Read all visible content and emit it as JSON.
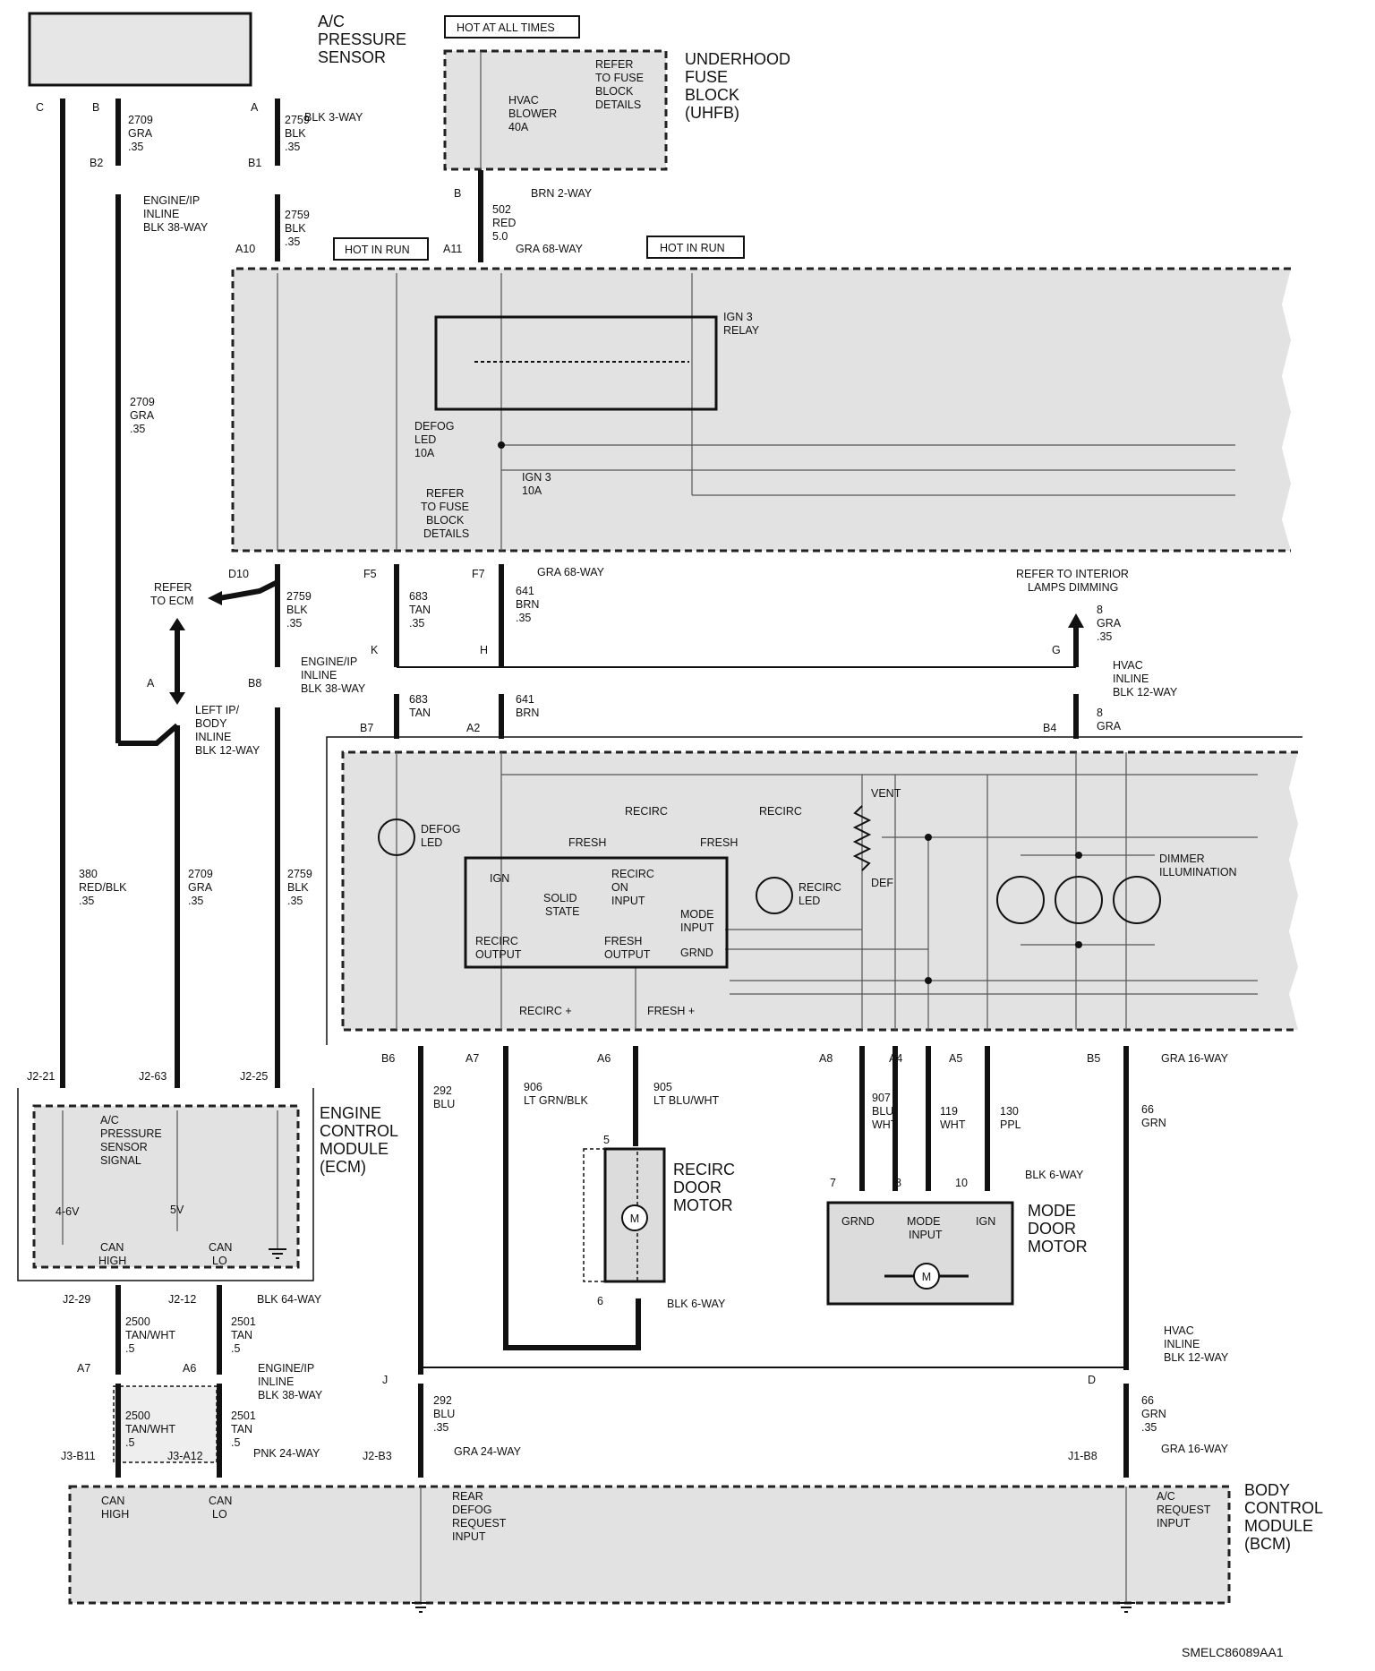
{
  "diagram_id": "SMELC86089AA1",
  "colors": {
    "ink": "#111111",
    "shade": "#e2e2e2",
    "paper": "#ffffff"
  },
  "components": {
    "ac_sensor": [
      "A/C",
      "PRESSURE",
      "SENSOR"
    ],
    "uhfb": [
      "UNDERHOOD",
      "FUSE",
      "BLOCK",
      "(UHFB)"
    ],
    "ecm": [
      "ENGINE",
      "CONTROL",
      "MODULE",
      "(ECM)"
    ],
    "recirc_motor": [
      "RECIRC",
      "DOOR",
      "MOTOR"
    ],
    "mode_motor": [
      "MODE",
      "DOOR",
      "MOTOR"
    ],
    "bcm": [
      "BODY",
      "CONTROL",
      "MODULE",
      "(BCM)"
    ]
  },
  "hot_labels": {
    "always": "HOT AT ALL TIMES",
    "run_left": "HOT IN RUN",
    "run_right": "HOT IN RUN"
  },
  "uhfb": {
    "fuse": [
      "HVAC",
      "BLOWER",
      "40A"
    ],
    "ref": [
      "REFER",
      "TO FUSE",
      "BLOCK",
      "DETAILS"
    ]
  },
  "ip_fuse_block": {
    "relay": [
      "IGN 3",
      "RELAY"
    ],
    "defog_fuse": [
      "DEFOG",
      "LED",
      "10A"
    ],
    "ign3_fuse": [
      "IGN 3",
      "10A"
    ],
    "ref": [
      "REFER",
      "TO FUSE",
      "BLOCK",
      "DETAILS"
    ]
  },
  "connectors": {
    "blk3": "BLK 3-WAY",
    "eng_ip_38_a": [
      "ENGINE/IP",
      "INLINE",
      "BLK 38-WAY"
    ],
    "brn2": "BRN 2-WAY",
    "gra68_top": "GRA 68-WAY",
    "gra68_mid": "GRA 68-WAY",
    "eng_ip_38_b": [
      "ENGINE/IP",
      "INLINE",
      "BLK 38-WAY"
    ],
    "hvac_12_top": [
      "HVAC",
      "INLINE",
      "BLK 12-WAY"
    ],
    "left_ip": [
      "LEFT IP/",
      "BODY",
      "INLINE",
      "BLK 12-WAY"
    ],
    "gra16_top": "GRA 16-WAY",
    "blk6_mode": "BLK 6-WAY",
    "blk6_recirc": "BLK 6-WAY",
    "blk64": "BLK 64-WAY",
    "eng_ip_38_c": [
      "ENGINE/IP",
      "INLINE",
      "BLK 38-WAY"
    ],
    "hvac_12_bot": [
      "HVAC",
      "INLINE",
      "BLK 12-WAY"
    ],
    "pnk24": "PNK 24-WAY",
    "gra24": "GRA 24-WAY",
    "gra16_bot": "GRA 16-WAY"
  },
  "pins": {
    "sensor_c": "C",
    "sensor_b": "B",
    "sensor_a": "A",
    "b2": "B2",
    "b1": "B1",
    "a10": "A10",
    "uh_b": "B",
    "a11": "A11",
    "d10": "D10",
    "f5": "F5",
    "f7": "F7",
    "k": "K",
    "h": "H",
    "g": "G",
    "pin_a": "A",
    "b8": "B8",
    "b7": "B7",
    "a2": "A2",
    "b4": "B4",
    "b6": "B6",
    "a7": "A7",
    "a6": "A6",
    "a8": "A8",
    "a4": "A4",
    "a5": "A5",
    "b5": "B5",
    "j2_21": "J2-21",
    "j2_63": "J2-63",
    "j2_25": "J2-25",
    "m5": "5",
    "m6": "6",
    "m7": "7",
    "m8": "8",
    "m10": "10",
    "j2_29": "J2-29",
    "j2_12": "J2-12",
    "ca7": "A7",
    "ca6": "A6",
    "j": "J",
    "d": "D",
    "j3_b11": "J3-B11",
    "j3_a12": "J3-A12",
    "j2_b3": "J2-B3",
    "j1_b8": "J1-B8"
  },
  "wires": {
    "w2709_a": [
      "2709",
      "GRA",
      ".35"
    ],
    "w2759_a": [
      "2759",
      "BLK",
      ".35"
    ],
    "w2759_b": [
      "2759",
      "BLK",
      ".35"
    ],
    "w502": [
      "502",
      "RED",
      "5.0"
    ],
    "w2709_b": [
      "2709",
      "GRA",
      ".35"
    ],
    "w2759_c": [
      "2759",
      "BLK",
      ".35"
    ],
    "w683_a": [
      "683",
      "TAN",
      ".35"
    ],
    "w641_a": [
      "641",
      "BRN",
      ".35"
    ],
    "w8_a": [
      "8",
      "GRA",
      ".35"
    ],
    "w683_b": [
      "683",
      "TAN"
    ],
    "w641_b": [
      "641",
      "BRN"
    ],
    "w8_b": [
      "8",
      "GRA"
    ],
    "w380": [
      "380",
      "RED/BLK",
      ".35"
    ],
    "w2709_c": [
      "2709",
      "GRA",
      ".35"
    ],
    "w2759_d": [
      "2759",
      "BLK",
      ".35"
    ],
    "w292_a": [
      "292",
      "BLU"
    ],
    "w906": [
      "906",
      "LT GRN/BLK"
    ],
    "w905": [
      "905",
      "LT BLU/WHT"
    ],
    "w907": [
      "907",
      "BLU/",
      "WHT"
    ],
    "w119": [
      "119",
      "WHT"
    ],
    "w130": [
      "130",
      "PPL"
    ],
    "w66_a": [
      "66",
      "GRN"
    ],
    "w2500_a": [
      "2500",
      "TAN/WHT",
      ".5"
    ],
    "w2501_a": [
      "2501",
      "TAN",
      ".5"
    ],
    "w2500_b": [
      "2500",
      "TAN/WHT",
      ".5"
    ],
    "w2501_b": [
      "2501",
      "TAN",
      ".5"
    ],
    "w292_b": [
      "292",
      "BLU",
      ".35"
    ],
    "w66_b": [
      "66",
      "GRN",
      ".35"
    ]
  },
  "refs": {
    "ecm": [
      "REFER",
      "TO ECM"
    ],
    "interior": [
      "REFER TO INTERIOR",
      "LAMPS DIMMING"
    ]
  },
  "control_head": {
    "defog_led": [
      "DEFOG",
      "LED"
    ],
    "ss_ign": "IGN",
    "ss_title": [
      "SOLID",
      "STATE"
    ],
    "ss_recirc_on": [
      "RECIRC",
      "ON",
      "INPUT"
    ],
    "ss_mode_input": [
      "MODE",
      "INPUT"
    ],
    "ss_grnd": "GRND",
    "ss_recirc_out": [
      "RECIRC",
      "OUTPUT"
    ],
    "ss_fresh_out": [
      "FRESH",
      "OUTPUT"
    ],
    "recirc1": "RECIRC",
    "fresh1": "FRESH",
    "recirc2": "RECIRC",
    "fresh2": "FRESH",
    "recirc_led": [
      "RECIRC",
      "LED"
    ],
    "vent": "VENT",
    "def": "DEF",
    "dimmer": [
      "DIMMER",
      "ILLUMINATION"
    ],
    "recirc_plus": "RECIRC +",
    "fresh_plus": "FRESH +"
  },
  "ecm_internal": {
    "signal": [
      "A/C",
      "PRESSURE",
      "SENSOR",
      "SIGNAL"
    ],
    "v46": "4-6V",
    "v5": "5V",
    "can_high": [
      "CAN",
      "HIGH"
    ],
    "can_lo": [
      "CAN",
      "LO"
    ]
  },
  "mode_motor_pins": {
    "grnd": "GRND",
    "mode": [
      "MODE",
      "INPUT"
    ],
    "ign": "IGN",
    "motor": "M"
  },
  "recirc_motor_symbol": "M",
  "bcm_internal": {
    "can_high": [
      "CAN",
      "HIGH"
    ],
    "can_lo": [
      "CAN",
      "LO"
    ],
    "defog": [
      "REAR",
      "DEFOG",
      "REQUEST",
      "INPUT"
    ],
    "ac": [
      "A/C",
      "REQUEST",
      "INPUT"
    ]
  }
}
